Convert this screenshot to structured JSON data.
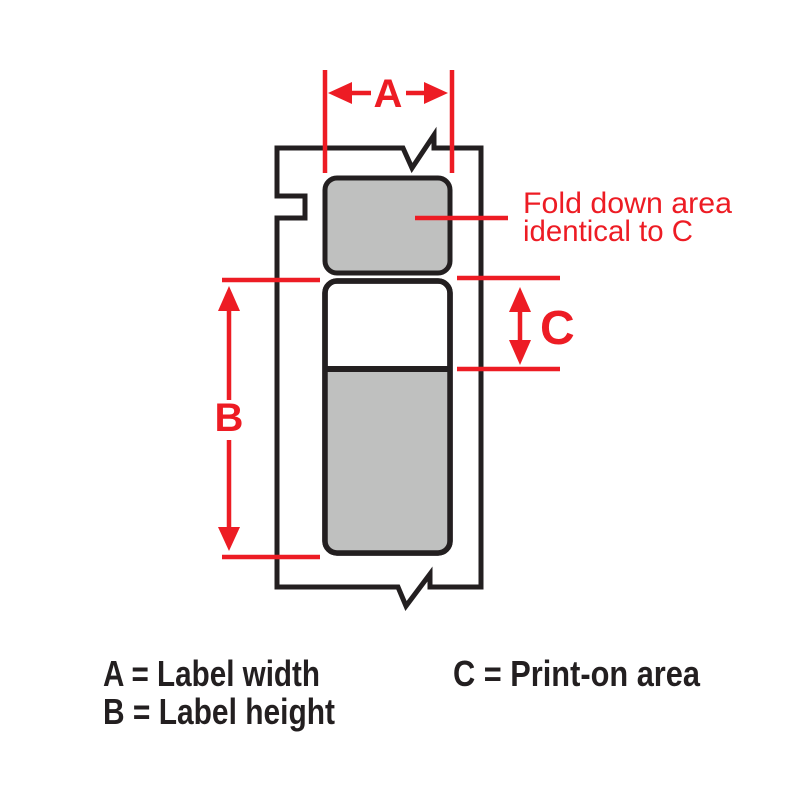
{
  "colors": {
    "red": "#ED1C24",
    "black": "#231F20",
    "gray": "#BFC0BF",
    "white": "#FFFFFF"
  },
  "diagram": {
    "dim_a": {
      "letter": "A"
    },
    "dim_b": {
      "letter": "B"
    },
    "dim_c": {
      "letter": "C"
    },
    "callout": {
      "line1": "Fold down area",
      "line2": "identical to C"
    }
  },
  "legend": {
    "a": "A = Label width",
    "b": "B = Label height",
    "c": "C = Print-on area"
  }
}
